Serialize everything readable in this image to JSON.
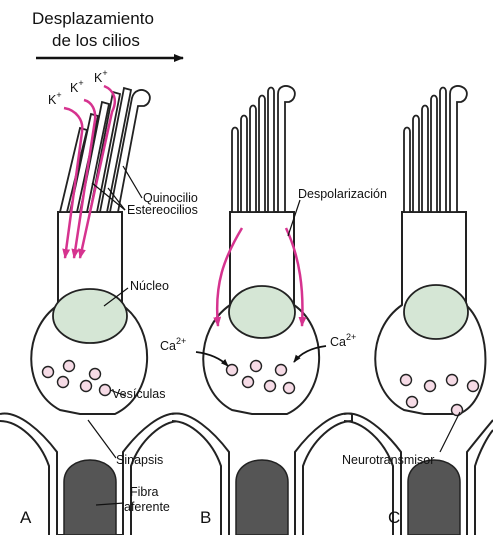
{
  "header": {
    "line1": "Desplazamiento",
    "line2": "de los cilios"
  },
  "labels": {
    "potassium": "K",
    "potassium_charge": "+",
    "kinocilium": "Quinocilio",
    "stereocilia": "Estereocilios",
    "nucleus": "Núcleo",
    "vesicles": "Vesículas",
    "synapse": "Sinapsis",
    "fiber_line1": "Fibra",
    "fiber_line2": "aferente",
    "depolarization": "Despolarización",
    "calcium": "Ca",
    "calcium_charge": "2+",
    "neurotransmitter": "Neurotransmisor"
  },
  "panels": [
    "A",
    "B",
    "C"
  ],
  "colors": {
    "flow_arrows": "#d6338f",
    "nucleus_fill": "#d5e6d5",
    "vesicle_fill": "#f6dbe6",
    "fiber_fill": "#555555",
    "outline": "#222222"
  }
}
